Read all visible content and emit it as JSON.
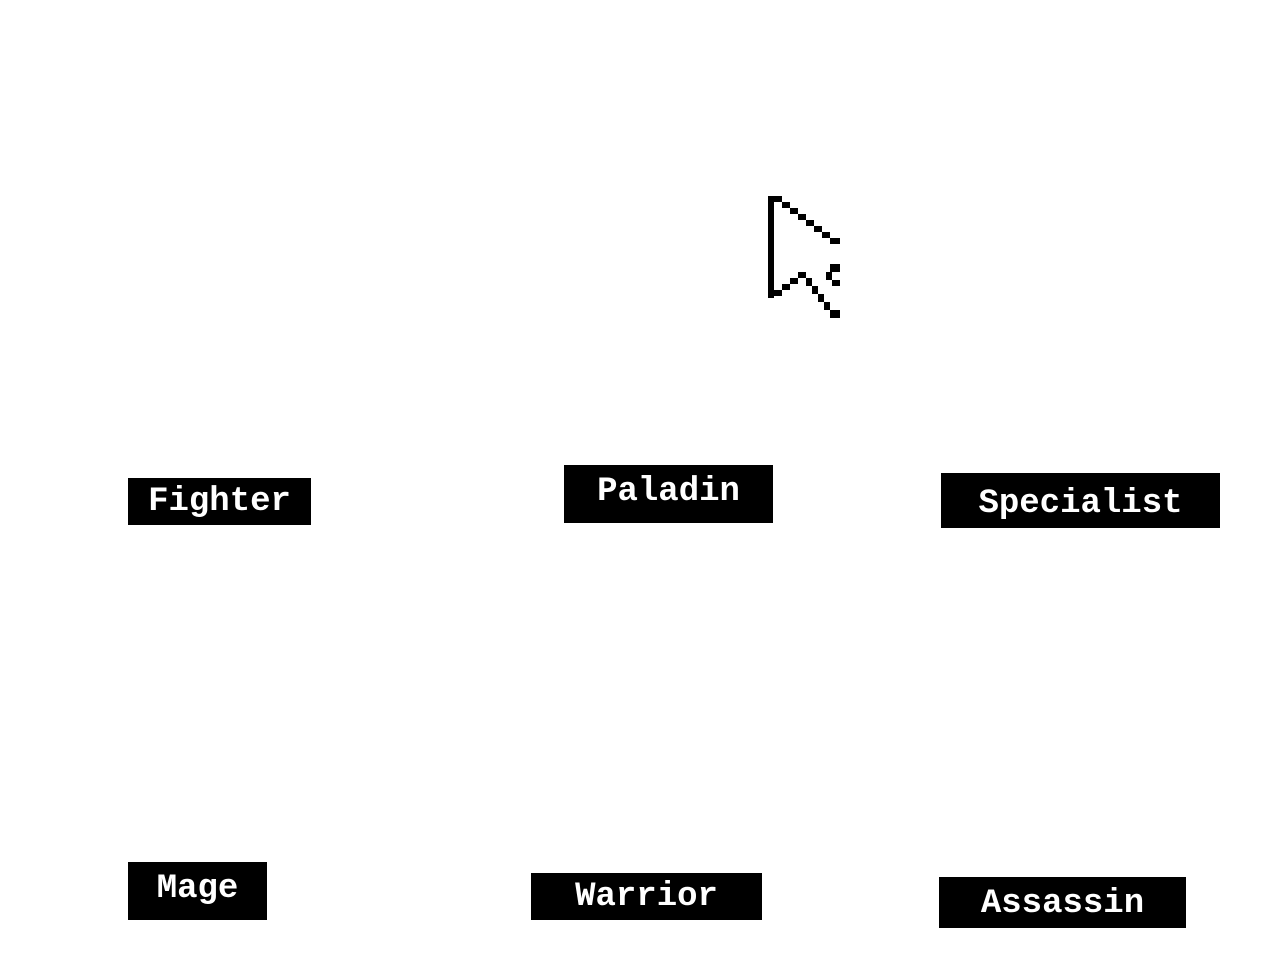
{
  "classes": [
    {
      "id": "fighter",
      "label": "Fighter"
    },
    {
      "id": "paladin",
      "label": "Paladin"
    },
    {
      "id": "specialist",
      "label": "Specialist"
    },
    {
      "id": "mage",
      "label": "Mage"
    },
    {
      "id": "warrior",
      "label": "Warrior"
    },
    {
      "id": "assassin",
      "label": "Assassin"
    }
  ],
  "cursor": {
    "icon": "arrow-pointer-icon"
  },
  "colors": {
    "background": "#ffffff",
    "label_bg": "#000000",
    "label_text": "#ffffff"
  }
}
